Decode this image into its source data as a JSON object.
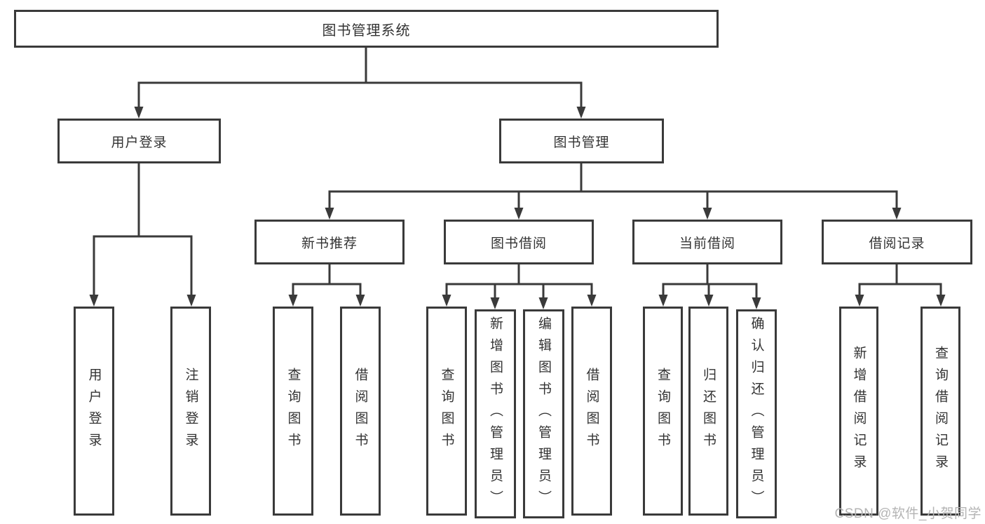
{
  "diagram": {
    "root": {
      "label": "图书管理系统"
    },
    "branches": [
      {
        "label": "用户登录",
        "children": [
          {
            "label": "用户登录"
          },
          {
            "label": "注销登录"
          }
        ]
      },
      {
        "label": "图书管理",
        "children": [
          {
            "label": "新书推荐",
            "children": [
              {
                "label": "查询图书"
              },
              {
                "label": "借阅图书"
              }
            ]
          },
          {
            "label": "图书借阅",
            "children": [
              {
                "label": "查询图书"
              },
              {
                "label": "新增图书（管理员）"
              },
              {
                "label": "编辑图书（管理员）"
              },
              {
                "label": "借阅图书"
              }
            ]
          },
          {
            "label": "当前借阅",
            "children": [
              {
                "label": "查询图书"
              },
              {
                "label": "归还图书"
              },
              {
                "label": "确认归还（管理员）"
              }
            ]
          },
          {
            "label": "借阅记录",
            "children": [
              {
                "label": "新增借阅记录"
              },
              {
                "label": "查询借阅记录"
              }
            ]
          }
        ]
      }
    ]
  },
  "colors": {
    "line": "#3a3a3a",
    "text": "#333333",
    "box_background": "#ffffff",
    "watermark_text": "#b4b4b4",
    "page_background": "#ffffff"
  },
  "watermark": {
    "text": "CSDN @软件_小贺同学"
  }
}
